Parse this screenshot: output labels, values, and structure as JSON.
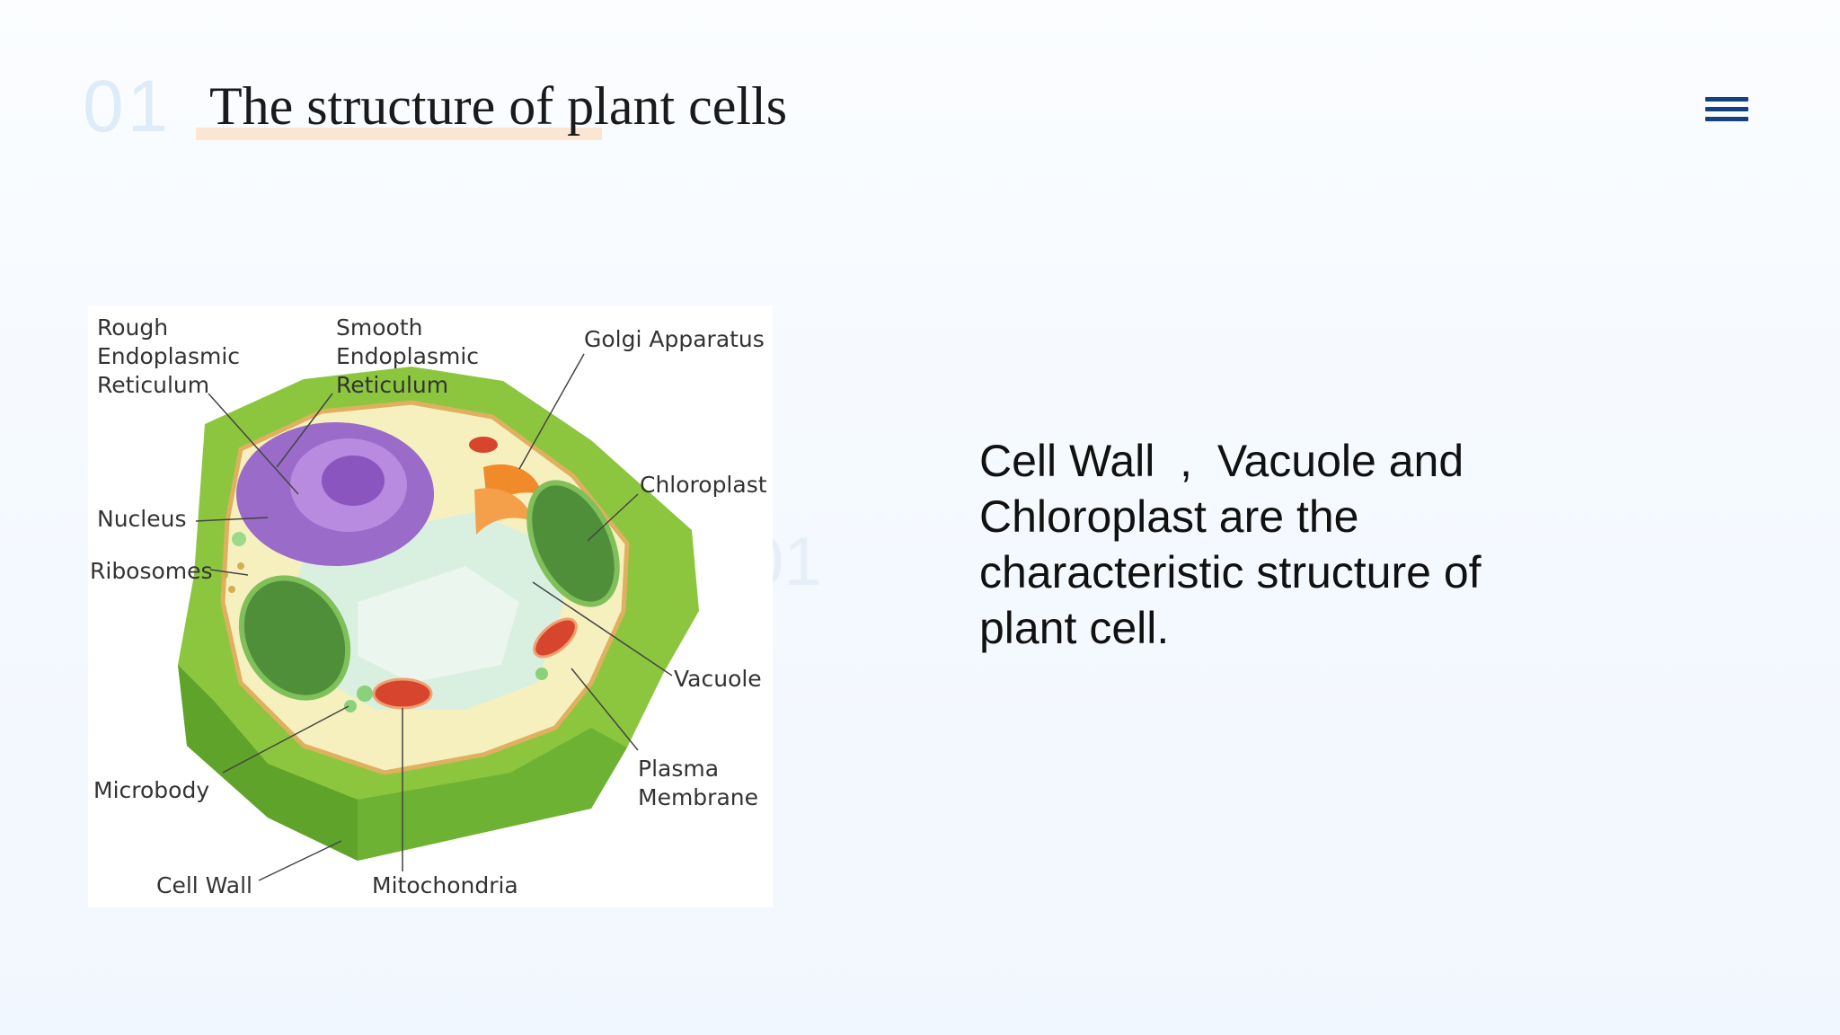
{
  "header": {
    "slide_number": "01",
    "title": "The structure of plant cells"
  },
  "background_number": "01",
  "menu": {
    "icon": "hamburger-menu-icon"
  },
  "diagram": {
    "labels": {
      "rough_er": [
        "Rough",
        "Endoplasmic",
        "Reticulum"
      ],
      "smooth_er": [
        "Smooth",
        "Endoplasmic",
        "Reticulum"
      ],
      "golgi": "Golgi Apparatus",
      "chloroplast": "Chloroplast",
      "nucleus": "Nucleus",
      "ribosomes": "Ribosomes",
      "vacuole": "Vacuole",
      "plasma_membrane": [
        "Plasma",
        "Membrane"
      ],
      "microbody": "Microbody",
      "cell_wall": "Cell Wall",
      "mitochondria": "Mitochondria"
    }
  },
  "description": "Cell Wall  ,  Vacuole and Chloroplast are the characteristic structure of plant cell.",
  "colors": {
    "title_underline": "#fbe6d4",
    "menu_icon": "#14427e",
    "slide_number": "#deebf8"
  }
}
